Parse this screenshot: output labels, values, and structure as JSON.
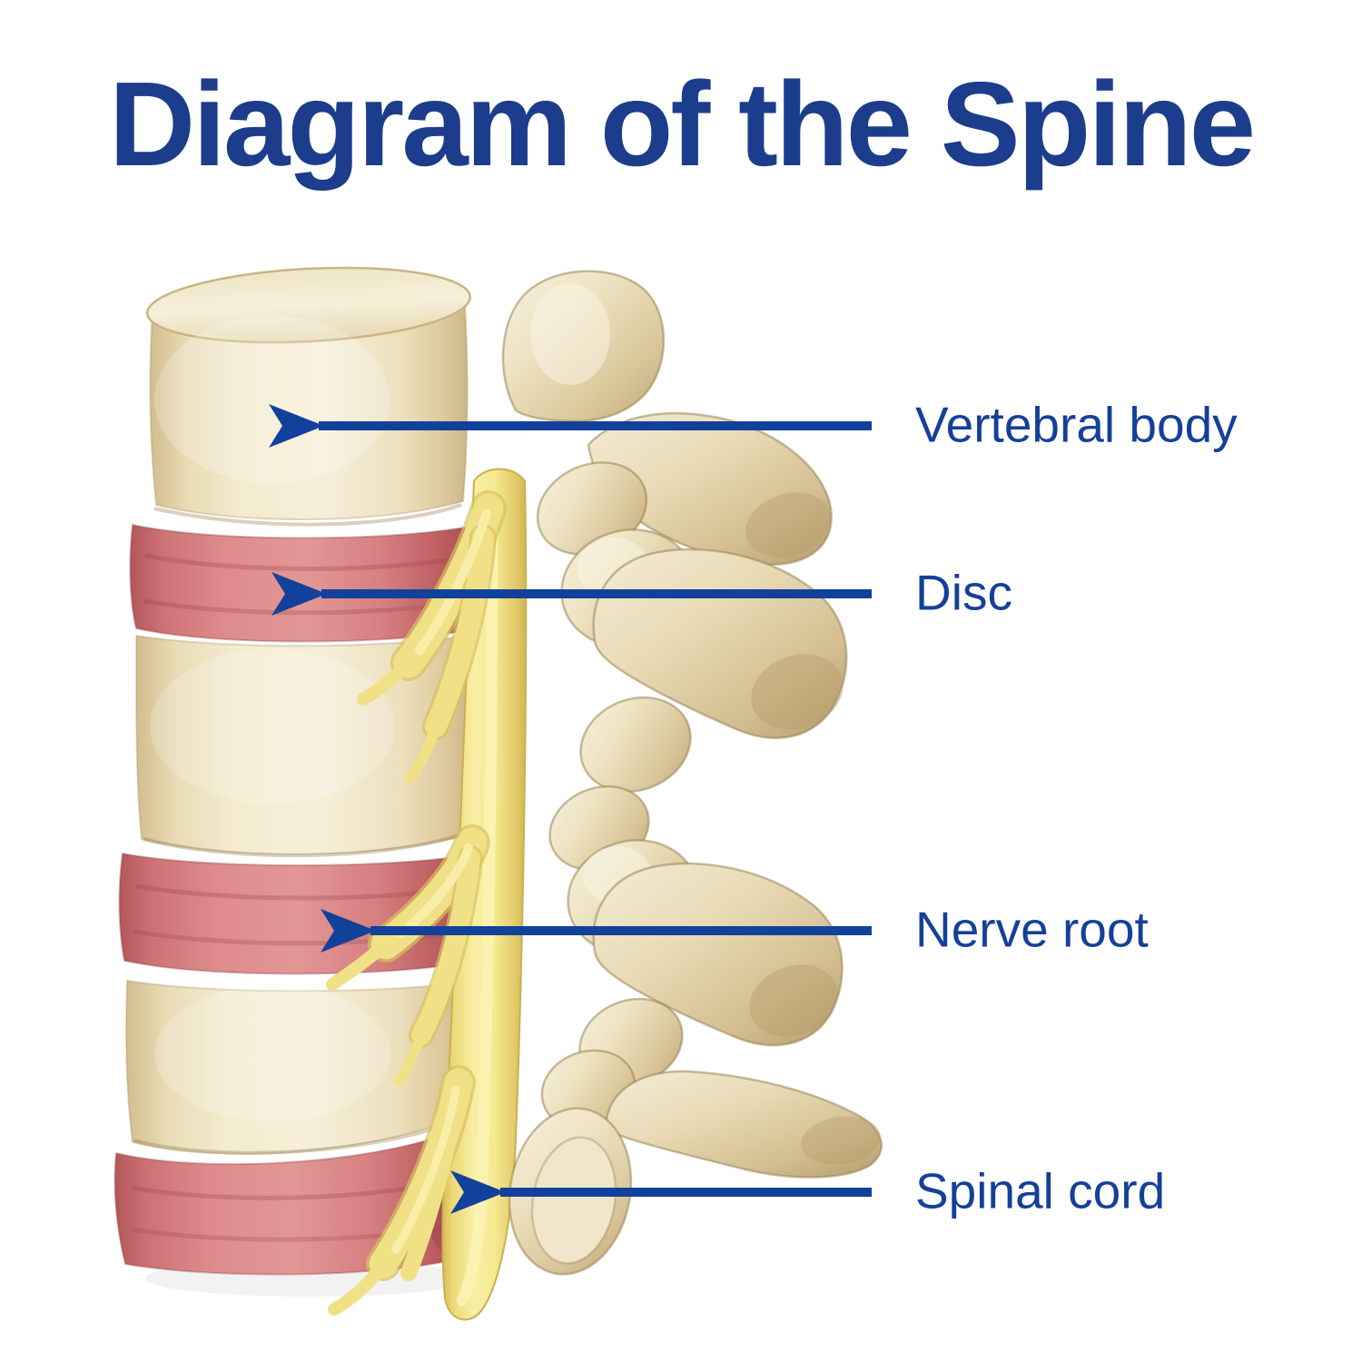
{
  "title": "Diagram of the Spine",
  "labels": [
    {
      "id": "vertebral-body",
      "text": "Vertebral body"
    },
    {
      "id": "disc",
      "text": "Disc"
    },
    {
      "id": "nerve-root",
      "text": "Nerve root"
    },
    {
      "id": "spinal-cord",
      "text": "Spinal cord"
    }
  ],
  "figure": {
    "description": "Side view of three lumbar vertebrae with intervertebral discs, spinal cord and branching nerve roots",
    "parts": [
      "vertebral-body",
      "disc",
      "nerve-root",
      "spinal-cord"
    ]
  },
  "colors": {
    "background": "#ffffff",
    "title_blue": "#1c3c8c",
    "label_blue": "#15409a",
    "arrow_blue": "#12419b",
    "bone_cream": "#f2e8cb",
    "bone_shadow": "#c9b17e",
    "disc_pink": "#d98384",
    "disc_dark": "#a34b4f",
    "nerve_yellow": "#f5e992"
  }
}
